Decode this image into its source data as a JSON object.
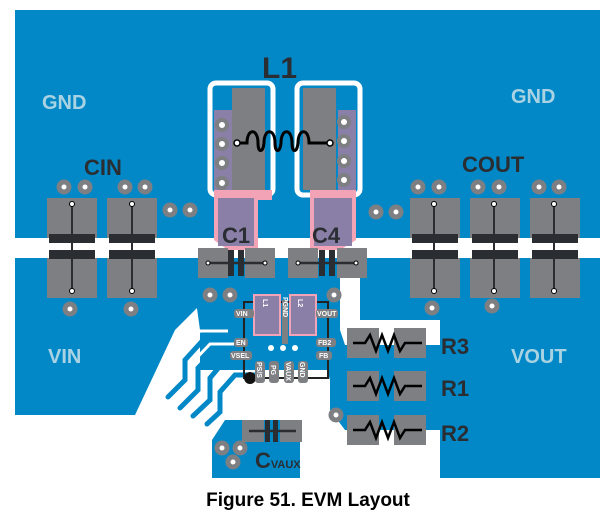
{
  "figure": {
    "caption": "Figure 51.  EVM Layout",
    "colors": {
      "copper": "#0288c7",
      "pad": "#7d7f82",
      "silk": "#2a2e33",
      "net_label": "#a9d3e3",
      "keepout_pink": "#f2a3b5",
      "background": "#ffffff"
    }
  },
  "nets": {
    "gnd_left": "GND",
    "gnd_right": "GND",
    "vin": "VIN",
    "vout": "VOUT"
  },
  "components": {
    "l1": "L1",
    "cin": "CIN",
    "cout": "COUT",
    "c1": "C1",
    "c4": "C4",
    "r1": "R1",
    "r2": "R2",
    "r3": "R3",
    "cvaux_main": "C",
    "cvaux_sub": "VAUX"
  },
  "ic_pins": {
    "vin": "VIN",
    "vout": "VOUT",
    "en": "EN",
    "vsel": "VSEL",
    "fb2": "FB2",
    "fb": "FB",
    "l1": "L1",
    "pgnd": "PGND",
    "l2": "L2",
    "pss": "PS/S",
    "pg": "PG",
    "vaux": "VAUX",
    "gnd": "GND"
  }
}
